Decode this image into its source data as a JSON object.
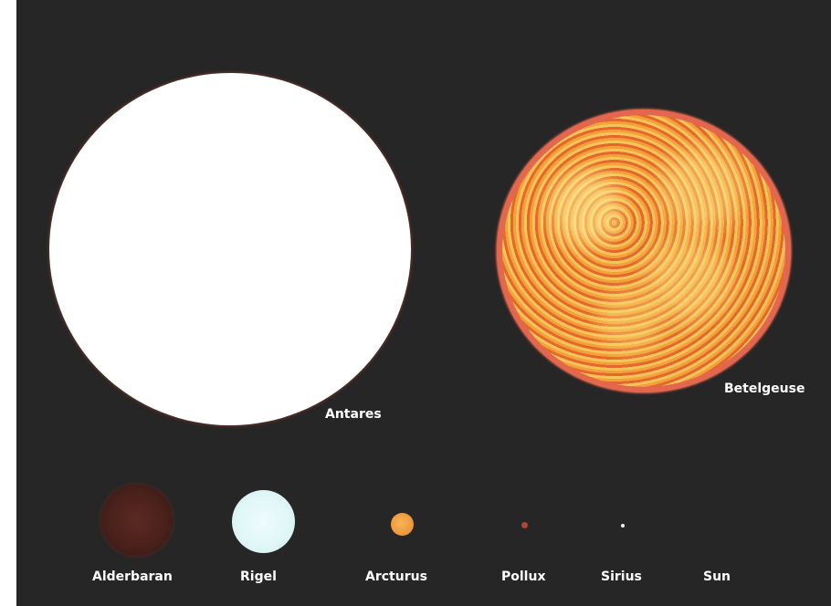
{
  "scene": {
    "background_color": "#262626",
    "stars": [
      {
        "id": "antares",
        "label": "Antares",
        "color": "#ffffff",
        "rim_color": "#a84032"
      },
      {
        "id": "betelgeuse",
        "label": "Betelgeuse",
        "color": "#ec7d34",
        "rim_color": "#e2674e"
      },
      {
        "id": "alderbaran",
        "label": "Alderbaran",
        "color": "#4a211b"
      },
      {
        "id": "rigel",
        "label": "Rigel",
        "color": "#dff6f7"
      },
      {
        "id": "arcturus",
        "label": "Arcturus",
        "color": "#ee9a3c"
      },
      {
        "id": "pollux",
        "label": "Pollux",
        "color": "#b4443a"
      },
      {
        "id": "sirius",
        "label": "Sirius",
        "color": "#e8f4f8"
      },
      {
        "id": "sun",
        "label": "Sun"
      }
    ]
  }
}
